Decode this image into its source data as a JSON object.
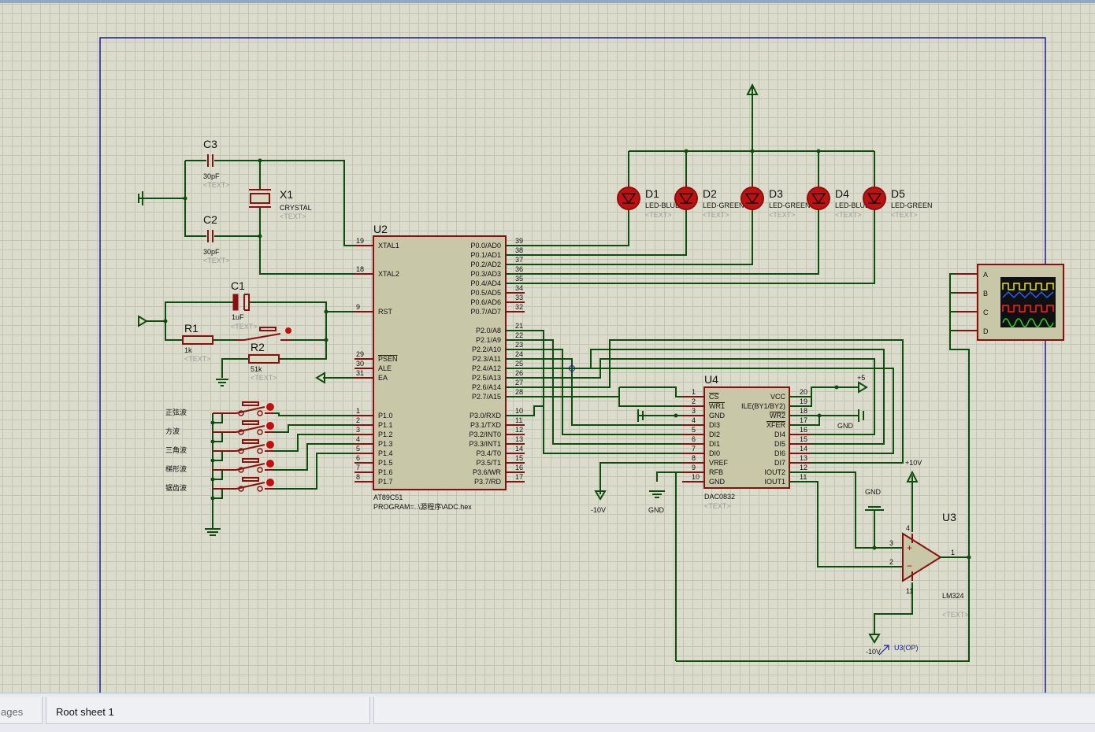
{
  "labels": {
    "U2": "U2",
    "U2_part": "AT89C51",
    "U2_program": "PROGRAM=..\\源程序\\ADC.hex",
    "U4": "U4",
    "U4_part": "DAC0832",
    "U3": "U3",
    "U3_part": "LM324",
    "X1": "X1",
    "X1_part": "CRYSTAL",
    "C1": "C1",
    "C1_val": "1uF",
    "C2": "C2",
    "C2_val": "30pF",
    "C3": "C3",
    "C3_val": "30pF",
    "R1": "R1",
    "R1_val": "1k",
    "R2": "R2",
    "R2_val": "51k",
    "text_tag": "<TEXT>",
    "gnd": "GND",
    "plus5": "+5",
    "plus10": "+10V",
    "minus10": "-10V",
    "u3op": "U3(OP)"
  },
  "leds": [
    {
      "ref": "D1",
      "part": "LED-BLUE"
    },
    {
      "ref": "D2",
      "part": "LED-GREEN"
    },
    {
      "ref": "D3",
      "part": "LED-GREEN"
    },
    {
      "ref": "D4",
      "part": "LED-BLUE"
    },
    {
      "ref": "D5",
      "part": "LED-GREEN"
    }
  ],
  "buttons": [
    "正弦波",
    "方波",
    "三角波",
    "梯形波",
    "锯齿波"
  ],
  "u2_left_pins": [
    {
      "name": "XTAL1",
      "num": "19"
    },
    {
      "name": "XTAL2",
      "num": "18"
    },
    {
      "name": "RST",
      "num": "9"
    },
    {
      "name": "PSEN",
      "num": "29"
    },
    {
      "name": "ALE",
      "num": "30"
    },
    {
      "name": "EA",
      "num": "31"
    },
    {
      "name": "P1.0",
      "num": "1"
    },
    {
      "name": "P1.1",
      "num": "2"
    },
    {
      "name": "P1.2",
      "num": "3"
    },
    {
      "name": "P1.3",
      "num": "4"
    },
    {
      "name": "P1.4",
      "num": "5"
    },
    {
      "name": "P1.5",
      "num": "6"
    },
    {
      "name": "P1.6",
      "num": "7"
    },
    {
      "name": "P1.7",
      "num": "8"
    }
  ],
  "u2_right_pins": [
    {
      "name": "P0.0/AD0",
      "num": "39"
    },
    {
      "name": "P0.1/AD1",
      "num": "38"
    },
    {
      "name": "P0.2/AD2",
      "num": "37"
    },
    {
      "name": "P0.3/AD3",
      "num": "36"
    },
    {
      "name": "P0.4/AD4",
      "num": "35"
    },
    {
      "name": "P0.5/AD5",
      "num": "34"
    },
    {
      "name": "P0.6/AD6",
      "num": "33"
    },
    {
      "name": "P0.7/AD7",
      "num": "32"
    },
    {
      "name": "P2.0/A8",
      "num": "21"
    },
    {
      "name": "P2.1/A9",
      "num": "22"
    },
    {
      "name": "P2.2/A10",
      "num": "23"
    },
    {
      "name": "P2.3/A11",
      "num": "24"
    },
    {
      "name": "P2.4/A12",
      "num": "25"
    },
    {
      "name": "P2.5/A13",
      "num": "26"
    },
    {
      "name": "P2.6/A14",
      "num": "27"
    },
    {
      "name": "P2.7/A15",
      "num": "28"
    },
    {
      "name": "P3.0/RXD",
      "num": "10"
    },
    {
      "name": "P3.1/TXD",
      "num": "11"
    },
    {
      "name": "P3.2/INT0",
      "num": "12"
    },
    {
      "name": "P3.3/INT1",
      "num": "13"
    },
    {
      "name": "P3.4/T0",
      "num": "14"
    },
    {
      "name": "P3.5/T1",
      "num": "15"
    },
    {
      "name": "P3.6/WR",
      "num": "16"
    },
    {
      "name": "P3.7/RD",
      "num": "17"
    }
  ],
  "u4_left_pins": [
    {
      "name": "CS",
      "num": "1"
    },
    {
      "name": "WR1",
      "num": "2"
    },
    {
      "name": "GND",
      "num": "3"
    },
    {
      "name": "DI3",
      "num": "4"
    },
    {
      "name": "DI2",
      "num": "5"
    },
    {
      "name": "DI1",
      "num": "6"
    },
    {
      "name": "DI0",
      "num": "7"
    },
    {
      "name": "VREF",
      "num": "8"
    },
    {
      "name": "RFB",
      "num": "9"
    },
    {
      "name": "GND",
      "num": "10"
    }
  ],
  "u4_right_pins": [
    {
      "name": "VCC",
      "num": "20"
    },
    {
      "name": "ILE(BY1/BY2)",
      "num": "19"
    },
    {
      "name": "WR2",
      "num": "18"
    },
    {
      "name": "XFER",
      "num": "17"
    },
    {
      "name": "DI4",
      "num": "16"
    },
    {
      "name": "DI5",
      "num": "15"
    },
    {
      "name": "DI6",
      "num": "14"
    },
    {
      "name": "DI7",
      "num": "13"
    },
    {
      "name": "IOUT2",
      "num": "12"
    },
    {
      "name": "IOUT1",
      "num": "11"
    }
  ],
  "u3_pins": {
    "p3": "3",
    "p2": "2",
    "p1": "1",
    "p4": "4",
    "p11": "11",
    "plus": "+",
    "minus": "−"
  },
  "scope_channels": [
    "A",
    "B",
    "C",
    "D"
  ],
  "statusbar": {
    "left_tab": "ages",
    "sheet_tab": "Root sheet 1"
  },
  "colors": {
    "wire": "#0d4d0d",
    "component": "#8a1010",
    "chip_fill": "#c8c8a8",
    "grid_bg": "#dcdccc",
    "sheet_border": "#1a1aa0"
  }
}
